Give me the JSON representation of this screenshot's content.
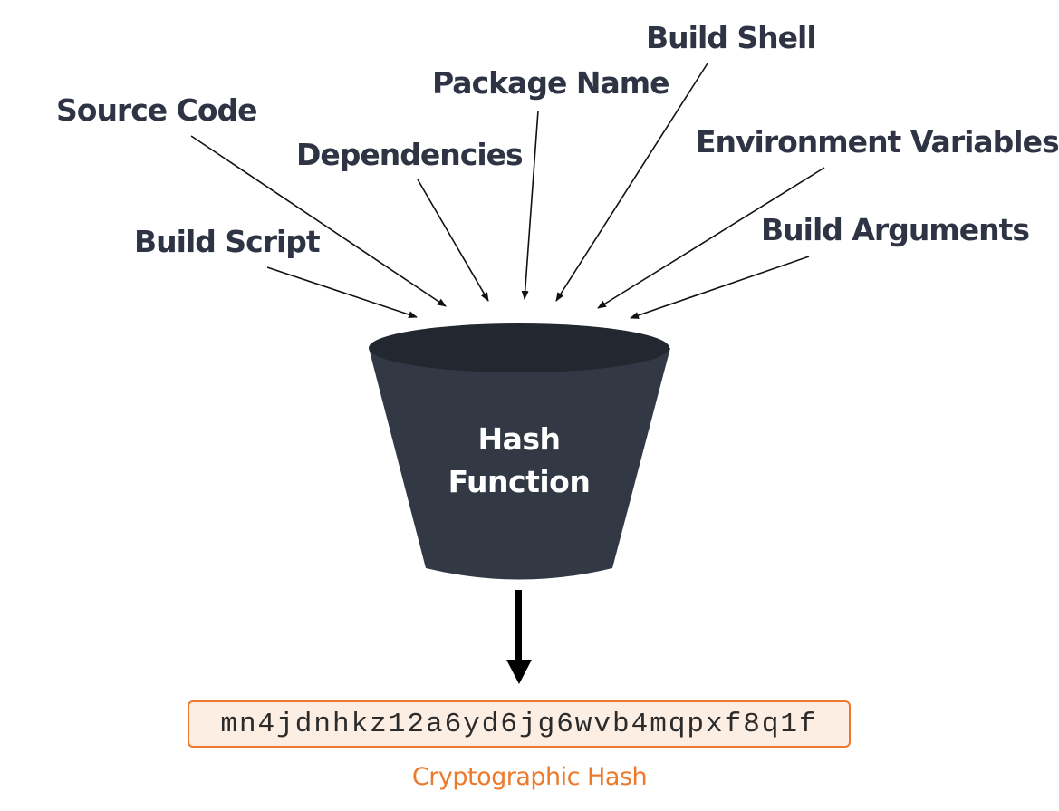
{
  "inputs": [
    {
      "id": "source-code",
      "label": "Source Code"
    },
    {
      "id": "dependencies",
      "label": "Dependencies"
    },
    {
      "id": "build-script",
      "label": "Build Script"
    },
    {
      "id": "package-name",
      "label": "Package Name"
    },
    {
      "id": "build-shell",
      "label": "Build Shell"
    },
    {
      "id": "environment-variables",
      "label": "Environment Variables"
    },
    {
      "id": "build-arguments",
      "label": "Build Arguments"
    }
  ],
  "funnel": {
    "line1": "Hash",
    "line2": "Function",
    "color": "#333845"
  },
  "output": {
    "hash": "mn4jdnhkz12a6yd6jg6wvb4mqpxf8q1f",
    "caption": "Cryptographic Hash",
    "accent_color": "#ec7a2c",
    "box_fill": "#fdeee4"
  },
  "label_color": "#2e3444"
}
